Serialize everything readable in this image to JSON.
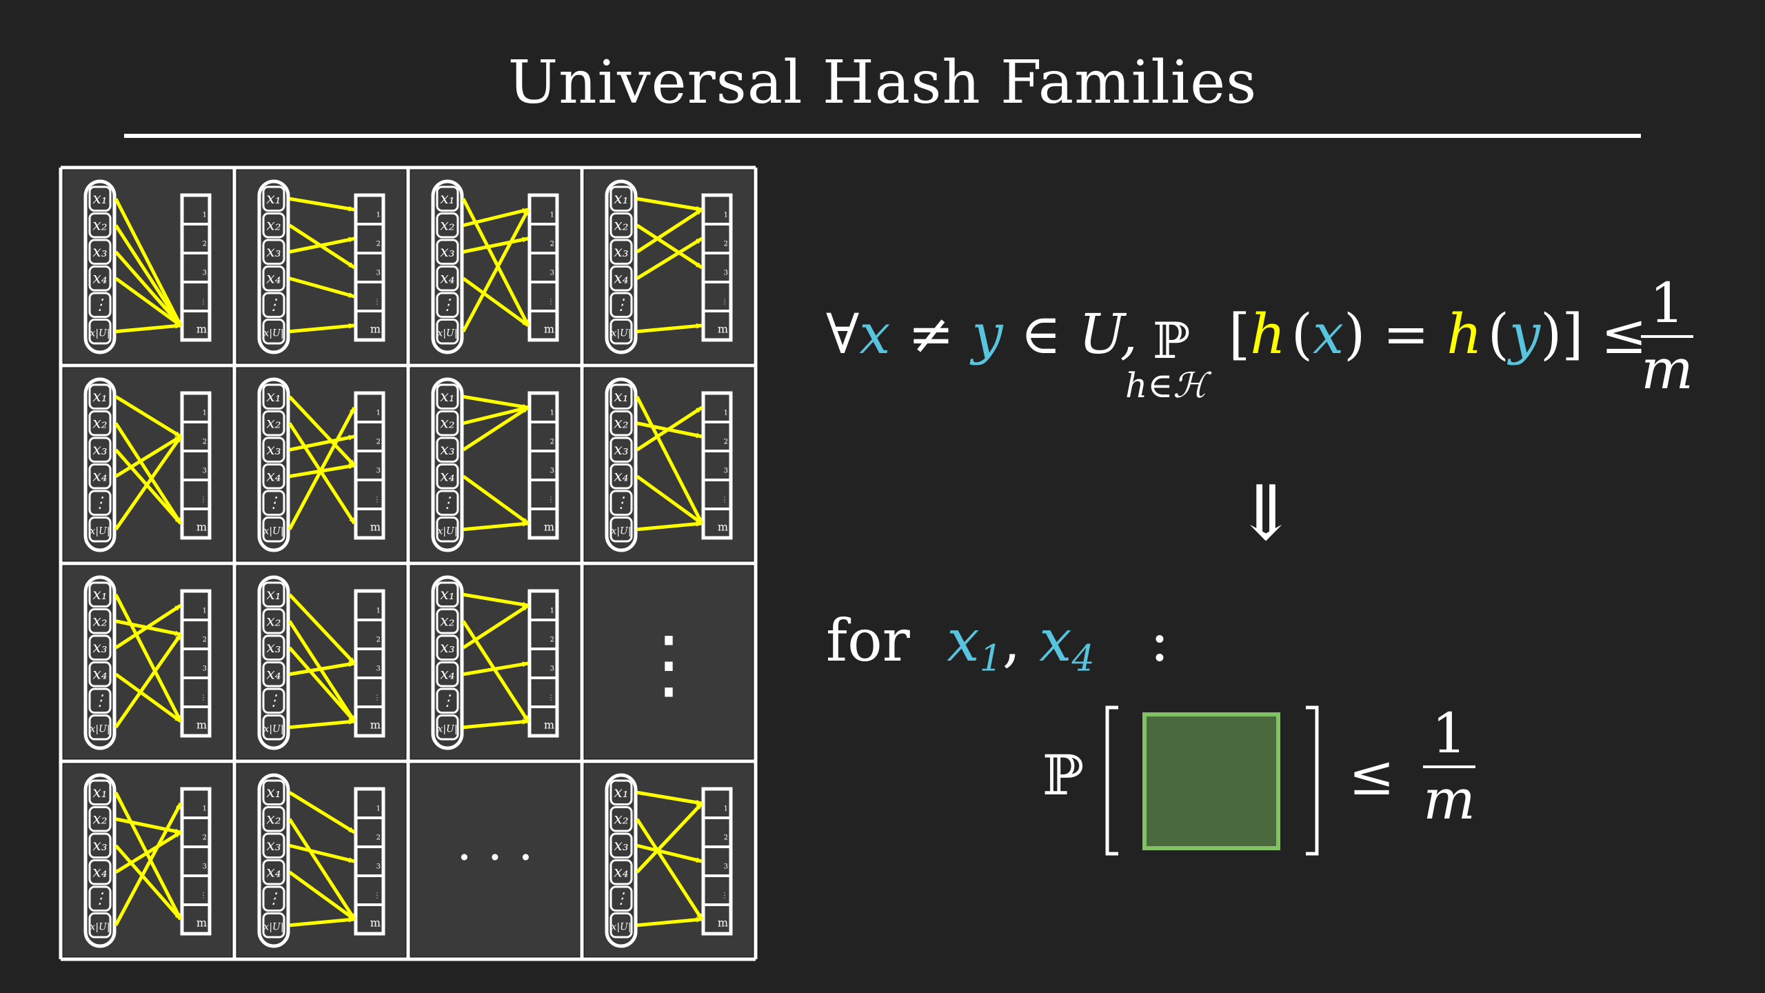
{
  "title": "Universal Hash Families",
  "grid": {
    "input_labels": [
      "x₁",
      "x₂",
      "x₃",
      "x₄",
      "⋮",
      "x|U|"
    ],
    "bucket_labels": [
      "1",
      "2",
      "3",
      "⋮",
      "m"
    ],
    "vertical_ellipsis": "⋮",
    "horizontal_ellipsis": "· · ·"
  },
  "definition": {
    "forall": "∀",
    "x": "x",
    "neq": "≠",
    "y": "y",
    "in_U": "∈ U,",
    "prob": "ℙ",
    "prob_sub": "h∈ℋ",
    "lbr": "[",
    "h1": "h",
    "lp1": "(",
    "x2": "x",
    "rp1": ")",
    "eq": "=",
    "h2": "h",
    "lp2": "(",
    "y2": "y",
    "rp2": ")]",
    "leq": "≤",
    "num": "1",
    "den": "m"
  },
  "implies": "⇓",
  "for_clause": {
    "word": "for",
    "x": "x",
    "sub1": "1",
    "comma": ",",
    "x2": "x",
    "sub4": "4",
    "colon": ":"
  },
  "bound": {
    "prob": "ℙ",
    "leq": "≤",
    "num": "1",
    "den": "m"
  },
  "colors": {
    "background": "#222222",
    "cell": "#3a3a3a",
    "arrow": "#ffff00",
    "variable": "#58c4dd",
    "box_fill": "#4a6a3e",
    "box_stroke": "#83c167"
  }
}
